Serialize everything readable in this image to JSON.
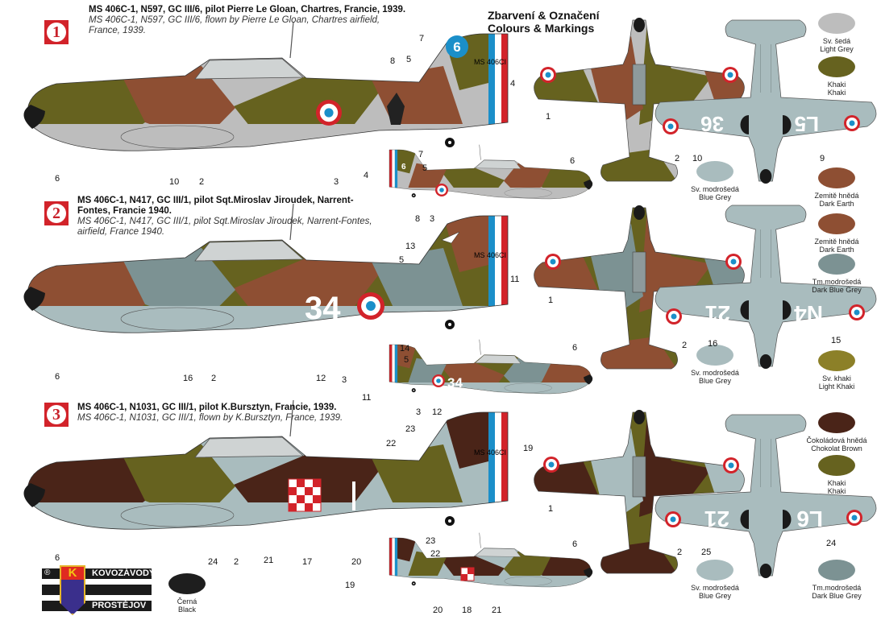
{
  "header": {
    "line1": "Zbarvení & Označení",
    "line2": "Colours & Markings"
  },
  "schemes": [
    {
      "number": "1",
      "title_cz": "MS 406C-1, N597, GC III/6, pilot Pierre Le Gloan, Chartres, Francie, 1939.",
      "title_en": "MS 406C-1, N597, GC III/6, flown by  Pierre Le Gloan, Chartres airfield, France, 1939.",
      "tail_code": "6",
      "tail_text": "MS 406CI",
      "under_left": "36",
      "under_right": "L5"
    },
    {
      "number": "2",
      "title_cz": "MS 406C-1, N417, GC III/1, pilot Sqt.Miroslav Jiroudek, Narrent-Fontes, Francie  1940.",
      "title_en": "MS 406C-1, N417, GC III/1, pilot Sqt.Miroslav Jiroudek, Narrent-Fontes, airfield, France  1940.",
      "fuselage_code": "34",
      "tail_text": "MS 406CI",
      "under_left": "21",
      "under_right": "N4"
    },
    {
      "number": "3",
      "title_cz": "MS 406C-1, N1031, GC III/1, pilot K.Bursztyn, Francie, 1939.",
      "title_en": "MS 406C-1, N1031, GC III/1, flown by K.Bursztyn, France, 1939.",
      "tail_text": "MS 406CI",
      "under_left": "21",
      "under_right": "L6"
    }
  ],
  "swatches": [
    {
      "cz": "Sv. šedá",
      "en": "Light Grey",
      "color": "#bdbdbd"
    },
    {
      "cz": "Khaki",
      "en": "Khaki",
      "color": "#66621f"
    },
    {
      "cz": "Sv. modrošedá",
      "en": "Blue Grey",
      "color": "#a9bcbe"
    },
    {
      "cz": "Zemitě hnědá",
      "en": "Dark Earth",
      "color": "#8e4f33"
    },
    {
      "cz": "Zemitě hnědá",
      "en": "Dark Earth",
      "color": "#8e4f33"
    },
    {
      "cz": "Tm.modrošedá",
      "en": "Dark Blue Grey",
      "color": "#7c9293"
    },
    {
      "cz": "Sv. modrošedá",
      "en": "Blue Grey",
      "color": "#a9bcbe"
    },
    {
      "cz": "Sv. khaki",
      "en": "Light Khaki",
      "color": "#8c8028"
    },
    {
      "cz": "Čokoládová hnědá",
      "en": "Chokolat Brown",
      "color": "#4a2418"
    },
    {
      "cz": "Khaki",
      "en": "Khaki",
      "color": "#66621f"
    },
    {
      "cz": "Sv. modrošedá",
      "en": "Blue Grey",
      "color": "#a9bcbe"
    },
    {
      "cz": "Tm.modrošedá",
      "en": "Dark Blue Grey",
      "color": "#7c9293"
    },
    {
      "cz": "Černá",
      "en": "Black",
      "color": "#1e1e1e"
    }
  ],
  "callouts": [
    "7",
    "5",
    "8",
    "4",
    "6",
    "10",
    "2",
    "3",
    "7",
    "5",
    "6",
    "4",
    "8",
    "3",
    "1",
    "2",
    "10",
    "9",
    "13",
    "5",
    "11",
    "6",
    "16",
    "2",
    "12",
    "3",
    "14",
    "5",
    "6",
    "11",
    "3",
    "12",
    "1",
    "2",
    "16",
    "15",
    "23",
    "22",
    "19",
    "6",
    "24",
    "2",
    "21",
    "17",
    "20",
    "23",
    "22",
    "19",
    "6",
    "20",
    "18",
    "21",
    "1",
    "2",
    "25",
    "24"
  ],
  "logo": {
    "registered": "®",
    "letter": "K",
    "line1": "KOVOZÁVODY",
    "line2": "PROSTĚJOV"
  }
}
